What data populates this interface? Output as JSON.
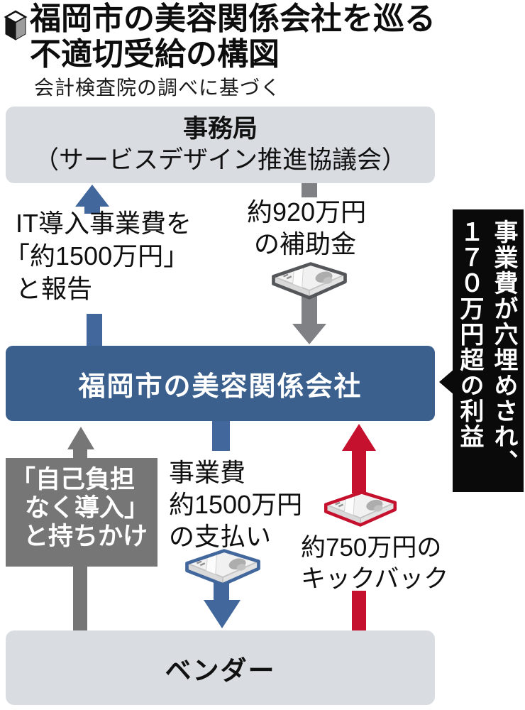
{
  "colors": {
    "light_box": "#d9dde2",
    "blue_box": "#3c608e",
    "blue_arrow": "#41679c",
    "gray_arrow": "#7f8184",
    "gray_box": "#767676",
    "red": "#c5112e",
    "banner_bg": "#0a0a0a",
    "money_gray": "#55565a"
  },
  "header": {
    "title_line1": "福岡市の美容関係会社を巡る",
    "title_line2": "不適切受給の構図",
    "source_note": "会計検査院の調べに基づく",
    "bullet_icon": "cube-icon"
  },
  "nodes": {
    "secretariat": {
      "title": "事務局",
      "subtitle": "（サービスデザイン推進協議会）"
    },
    "company": {
      "title": "福岡市の美容関係会社"
    },
    "vendor": {
      "title": "ベンダー"
    }
  },
  "callout": {
    "line1": "事業費が穴埋めされ、",
    "line2": "１７０万円超の利益"
  },
  "flows": {
    "report": {
      "line1": "IT導入事業費を",
      "line2": "「約1500万円」",
      "line3": "と報告",
      "direction": "up",
      "color": "#41679c"
    },
    "subsidy": {
      "line1": "約920万円",
      "line2": "の補助金",
      "direction": "down",
      "color": "#7f8184",
      "icon": "banknote-bundle-icon"
    },
    "offer": {
      "line1": "「自己負担",
      "line2": "なく導入」",
      "line3": "と持ちかけ",
      "direction": "up",
      "color": "#767676"
    },
    "payment": {
      "line1": "事業費",
      "line2": "約1500万円",
      "line3": "の支払い",
      "direction": "down",
      "color": "#41679c",
      "icon": "banknote-bundle-icon"
    },
    "kickback": {
      "line1": "約750万円の",
      "line2": "キックバック",
      "direction": "up",
      "color": "#c5112e",
      "icon": "banknote-bundle-icon"
    }
  }
}
